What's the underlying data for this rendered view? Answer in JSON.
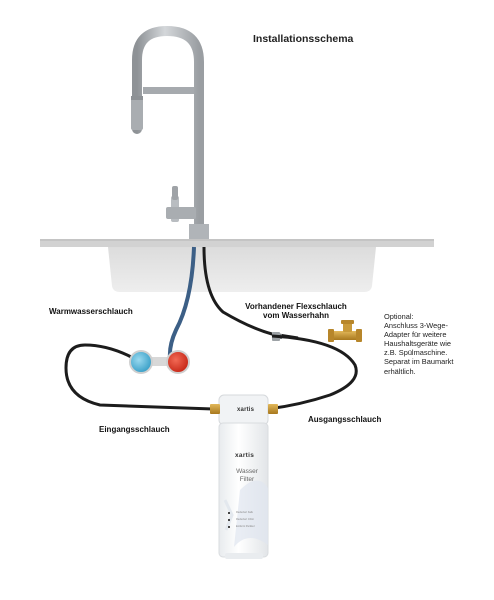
{
  "title": "Installationsschema",
  "labels": {
    "warm_hose": "Warmwasserschlauch",
    "flex_hose_line1": "Vorhandener Flexschlauch",
    "flex_hose_line2": "vom Wasserhahn",
    "inlet_hose": "Eingangsschlauch",
    "outlet_hose": "Ausgangsschlauch"
  },
  "optional_note": {
    "line1": "Optional:",
    "line2": "Anschluss 3-Wege-",
    "line3": "Adapter für weitere",
    "line4": "Haushaltsgeräte wie",
    "line5": "z.B. Spülmaschine.",
    "line6": "Separat im Baumarkt",
    "line7": "erhältlich."
  },
  "filter": {
    "brand_cap": "xartis",
    "brand": "xartis",
    "name_line1": "Wasser",
    "name_line2": "Filter",
    "spec_lines": [
      "Reduziert Kalk",
      "Reduziert Chlor",
      "Entfernt Partikel"
    ]
  },
  "colors": {
    "faucet_metal": "#b4b8bc",
    "sink": "#e6e6e6",
    "hot_valve": "#e03a2a",
    "cold_valve": "#5ab8dc",
    "hose": "#1c1c1c",
    "blue_hose": "#3c5f86",
    "brass": "#c99a3a"
  }
}
